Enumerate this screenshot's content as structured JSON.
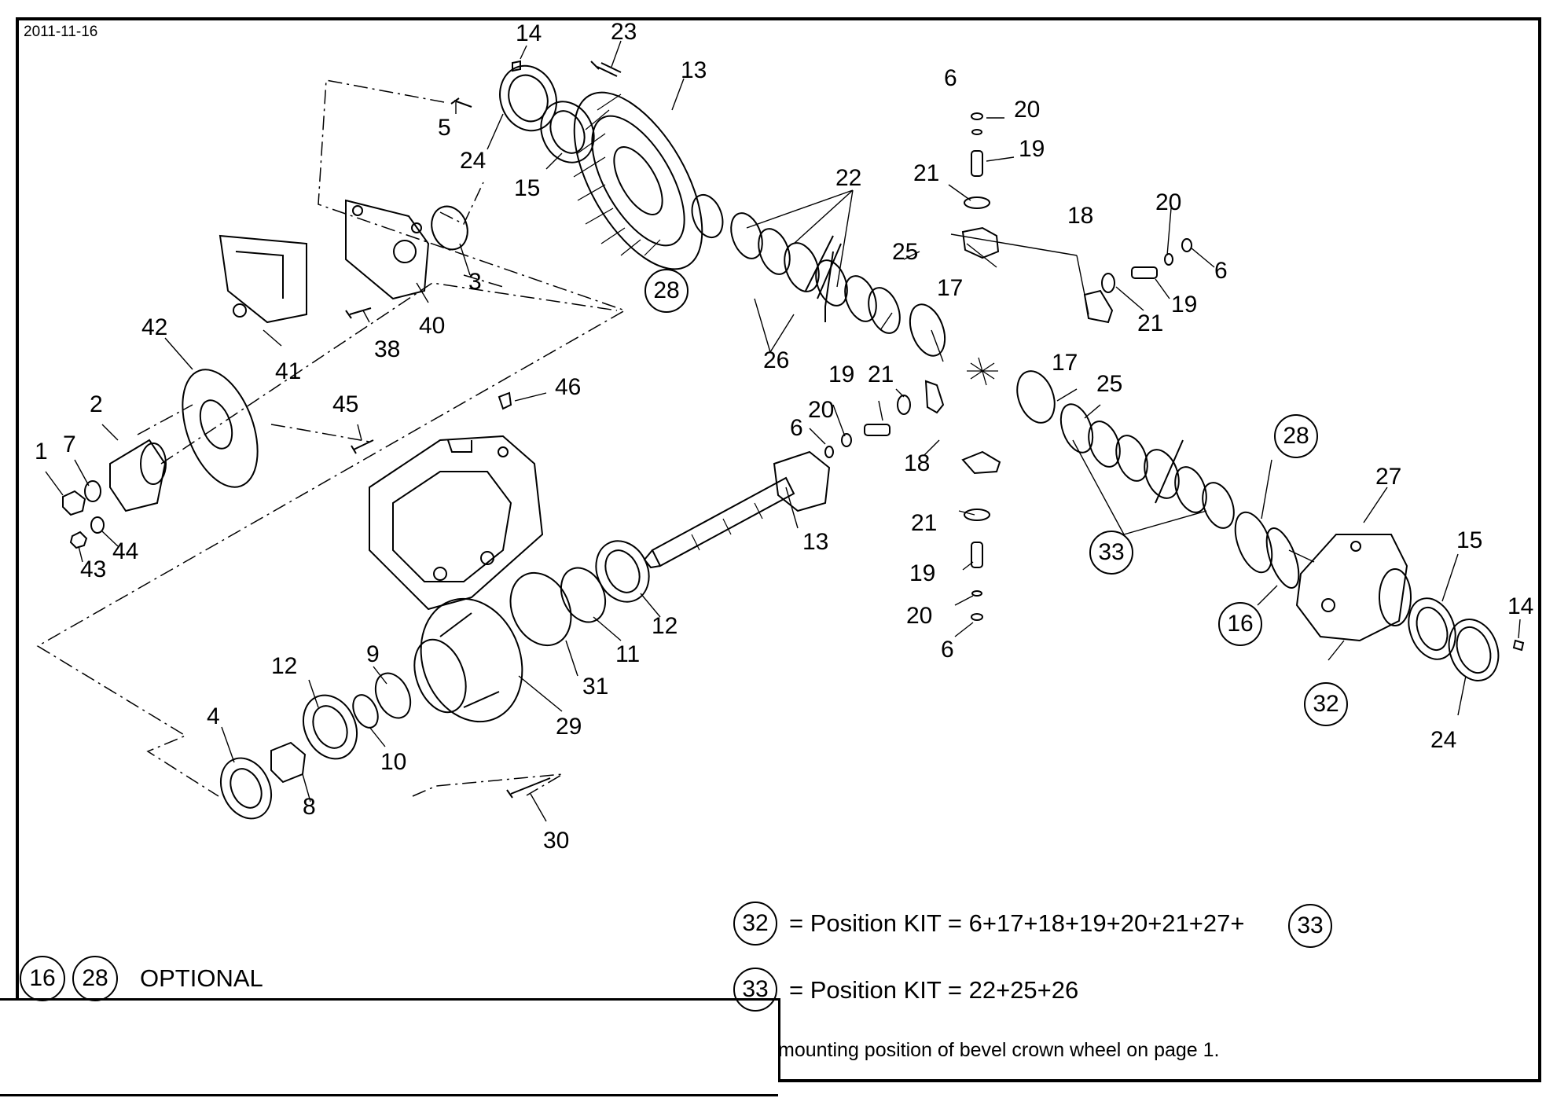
{
  "header": {
    "date": "2011-11-16"
  },
  "callouts": [
    "14",
    "23",
    "13",
    "5",
    "24",
    "15",
    "6",
    "20",
    "19",
    "21",
    "22",
    "28",
    "3",
    "40",
    "38",
    "41",
    "42",
    "25",
    "17",
    "18",
    "2",
    "45",
    "46",
    "1",
    "7",
    "44",
    "43",
    "26",
    "12",
    "9",
    "4",
    "10",
    "8",
    "11",
    "31",
    "29",
    "30",
    "27",
    "16",
    "32"
  ],
  "legend": {
    "kit32_prefix": "= Position KIT = 6+17+18+19+20+21+27+",
    "kit32_id": "32",
    "kit32_ref": "33",
    "kit33_prefix": "= Position KIT = 22+25+26",
    "kit33_id": "33",
    "optional_a": "16",
    "optional_b": "28",
    "optional_text": "OPTIONAL"
  },
  "footer_note": "mounting position of bevel crown wheel on  page  1."
}
